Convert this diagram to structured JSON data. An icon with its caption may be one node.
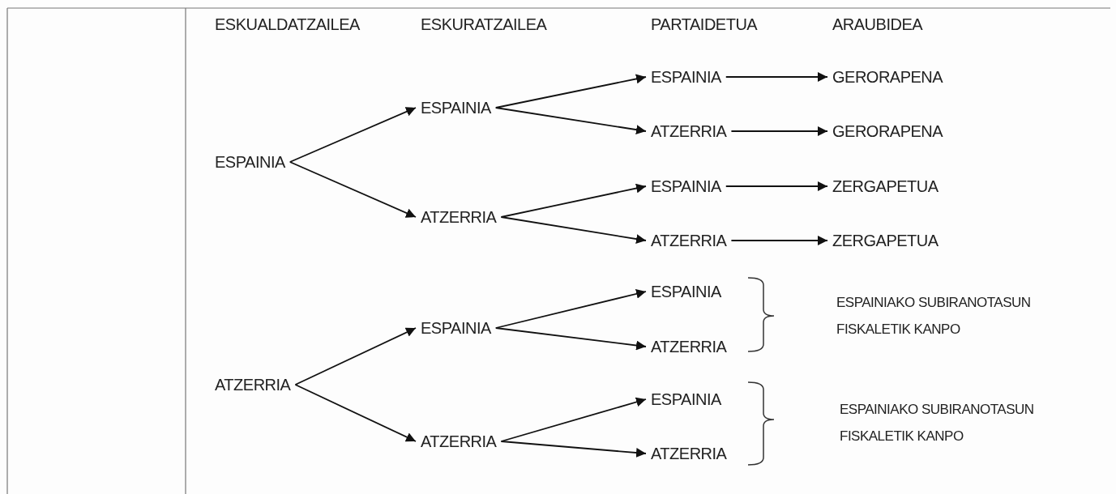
{
  "diagram": {
    "nodes": [
      {
        "text": [
          "ESPAINIA"
        ]
      },
      {
        "text": [
          "ATZERRIA"
        ]
      },
      {
        "text": [
          "ESPAINIA"
        ]
      },
      {
        "text": [
          "ATZERRIA"
        ]
      },
      {
        "text": [
          "ESPAINIA"
        ]
      },
      {
        "text": [
          "ATZERRIA"
        ]
      },
      {
        "text": [
          "ESPAINIA"
        ]
      },
      {
        "text": [
          "ATZERRIA"
        ]
      },
      {
        "text": [
          "ESPAINIA"
        ]
      },
      {
        "text": [
          "ATZERRIA"
        ]
      },
      {
        "text": [
          "ESPAINIA"
        ]
      },
      {
        "text": [
          "ATZERRIA"
        ]
      },
      {
        "text": [
          "ESPAINIA"
        ]
      },
      {
        "text": [
          "ATZERRIA"
        ]
      },
      {
        "text": [
          "GERORAPENA"
        ]
      },
      {
        "text": [
          "GERORAPENA"
        ]
      },
      {
        "text": [
          "ZERGAPETUA"
        ]
      },
      {
        "text": [
          "ZERGAPETUA"
        ]
      }
    ],
    "edges": [
      {
        "from": 0,
        "to": 2,
        "arrow": "to"
      },
      {
        "from": 0,
        "to": 3,
        "arrow": "to"
      },
      {
        "from": 1,
        "to": 4,
        "arrow": "to"
      },
      {
        "from": 1,
        "to": 5,
        "arrow": "to"
      },
      {
        "from": 2,
        "to": 6,
        "arrow": "to"
      },
      {
        "from": 2,
        "to": 7,
        "arrow": "to"
      },
      {
        "from": 3,
        "to": 8,
        "arrow": "to"
      },
      {
        "from": 3,
        "to": 9,
        "arrow": "to"
      },
      {
        "from": 4,
        "to": 10,
        "arrow": "to"
      },
      {
        "from": 4,
        "to": 11,
        "arrow": "to"
      },
      {
        "from": 5,
        "to": 12,
        "arrow": "to"
      },
      {
        "from": 5,
        "to": 13,
        "arrow": "to"
      },
      {
        "from": 6,
        "to": 14,
        "arrow": "to"
      },
      {
        "from": 7,
        "to": 15,
        "arrow": "to"
      },
      {
        "from": 8,
        "to": 16,
        "arrow": "to"
      },
      {
        "from": 9,
        "to": 17,
        "arrow": "to"
      }
    ],
    "labels": [
      "ESKUALDATZAILEA",
      "ESKURATZAILEA",
      "PARTAIDETUA",
      "ARAUBIDEA",
      "ESPAINIAKO SUBIRANOTASUN FISKALETIK KANPO",
      "ESPAINIAKO SUBIRANOTASUN FISKALETIK KANPO"
    ]
  }
}
